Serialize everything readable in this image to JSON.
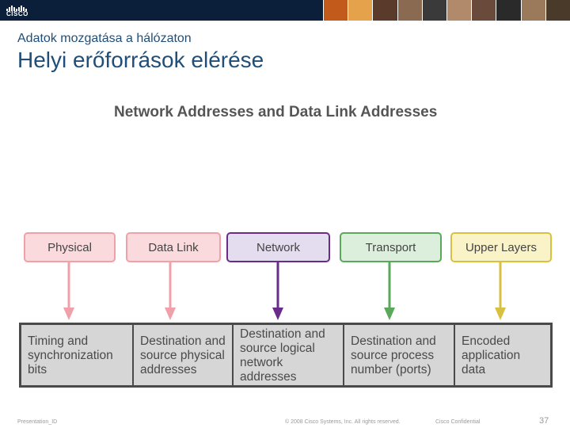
{
  "header": {
    "logo_text": "CISCO"
  },
  "slide": {
    "subtitle": "Adatok mozgatása a hálózaton",
    "title": "Helyi erőforrások elérése"
  },
  "diagram": {
    "title": "Network Addresses and Data Link Addresses",
    "layers": [
      {
        "label": "Physical",
        "color": "#f0a0a8",
        "fill": "#fadadd"
      },
      {
        "label": "Data Link",
        "color": "#f0a0a8",
        "fill": "#fadadd"
      },
      {
        "label": "Network",
        "color": "#6a2c8a",
        "fill": "#e4dcef"
      },
      {
        "label": "Transport",
        "color": "#5aa85a",
        "fill": "#dcefdc"
      },
      {
        "label": "Upper Layers",
        "color": "#d8c040",
        "fill": "#fbf3c8"
      }
    ],
    "addresses": [
      "Timing and synchronization bits",
      "Destination and source physical addresses",
      "Destination and source logical network addresses",
      "Destination and source process number (ports)",
      "Encoded application data"
    ]
  },
  "footer": {
    "left": "Presentation_ID",
    "center": "© 2008 Cisco Systems, Inc. All rights reserved.",
    "right": "Cisco Confidential",
    "page": "37"
  }
}
